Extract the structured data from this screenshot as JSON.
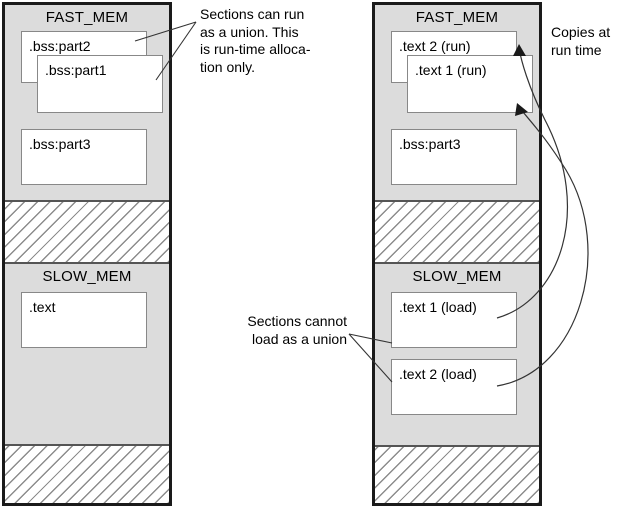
{
  "diagram": {
    "title": "Union run/load memory allocation diagram",
    "colors": {
      "region_fill": "#dcdcdc",
      "box_fill": "#ffffff",
      "box_border": "#888888",
      "column_border": "#1a1a1a",
      "hatch_line": "#8c8c8c",
      "text": "#000000"
    }
  },
  "left_column": {
    "name": "run-time-allocation-column",
    "regions": [
      {
        "label": "FAST_MEM",
        "boxes": [
          {
            "label": ".bss:part2"
          },
          {
            "label": ".bss:part1"
          },
          {
            "label": ".bss:part3"
          }
        ]
      },
      {
        "label": "SLOW_MEM",
        "boxes": [
          {
            "label": ".text"
          }
        ]
      }
    ]
  },
  "right_column": {
    "name": "load-and-run-allocation-column",
    "regions": [
      {
        "label": "FAST_MEM",
        "boxes": [
          {
            "label": ".text 2 (run)"
          },
          {
            "label": ".text 1 (run)"
          },
          {
            "label": ".bss:part3"
          }
        ]
      },
      {
        "label": "SLOW_MEM",
        "boxes": [
          {
            "label": ".text 1 (load)"
          },
          {
            "label": ".text 2 (load)"
          }
        ]
      }
    ]
  },
  "captions": {
    "union_run": "Sections can run\nas a union. This\nis run-time alloca-\ntion only.",
    "union_load": "Sections cannot\nload as a union",
    "copies": "Copies at\nrun time"
  }
}
